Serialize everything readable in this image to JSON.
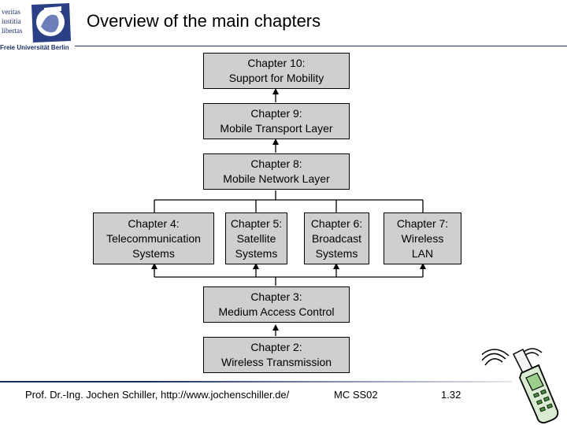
{
  "header": {
    "title": "Overview of the main chapters",
    "logo_motto": [
      "veritas",
      "iustitia",
      "libertas"
    ],
    "logo_caption": "Freie Universität Berlin"
  },
  "chapters": {
    "ch10": {
      "line1": "Chapter 10:",
      "line2": "Support for Mobility"
    },
    "ch9": {
      "line1": "Chapter 9:",
      "line2": "Mobile Transport Layer"
    },
    "ch8": {
      "line1": "Chapter 8:",
      "line2": "Mobile Network Layer"
    },
    "ch4": {
      "line1": "Chapter 4:",
      "line2": "Telecommunication",
      "line3": "Systems"
    },
    "ch5": {
      "line1": "Chapter 5:",
      "line2": "Satellite",
      "line3": "Systems"
    },
    "ch6": {
      "line1": "Chapter 6:",
      "line2": "Broadcast",
      "line3": "Systems"
    },
    "ch7": {
      "line1": "Chapter 7:",
      "line2": "Wireless",
      "line3": "LAN"
    },
    "ch3": {
      "line1": "Chapter 3:",
      "line2": "Medium Access Control"
    },
    "ch2": {
      "line1": "Chapter 2:",
      "line2": "Wireless Transmission"
    }
  },
  "footer": {
    "author": "Prof. Dr.-Ing. Jochen Schiller, http://www.jochenschiller.de/",
    "course": "MC SS02",
    "page": "1.32"
  },
  "colors": {
    "box_fill": "#cfcfcf",
    "accent": "#1d2f6b"
  },
  "icons": [
    "university-seal-icon",
    "mobile-phone-icon"
  ]
}
